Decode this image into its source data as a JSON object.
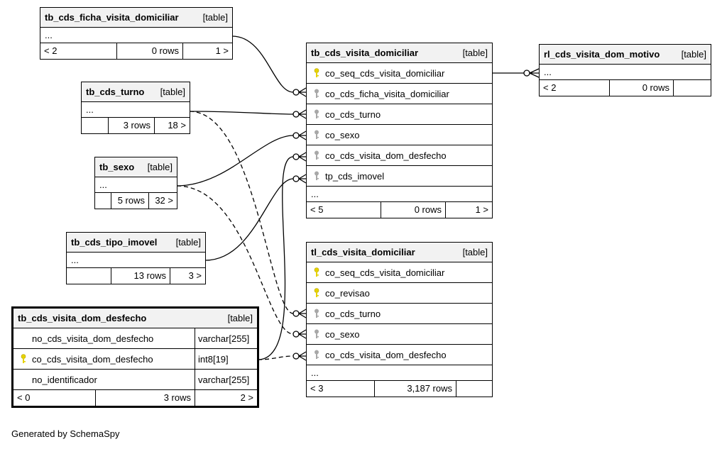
{
  "tables": {
    "ficha": {
      "name": "tb_cds_ficha_visita_domiciliar",
      "kind": "[table]",
      "dots": "...",
      "foot": [
        "< 2",
        "0 rows",
        "1 >"
      ]
    },
    "turno": {
      "name": "tb_cds_turno",
      "kind": "[table]",
      "dots": "...",
      "foot": [
        "",
        "3 rows",
        "18 >"
      ]
    },
    "sexo": {
      "name": "tb_sexo",
      "kind": "[table]",
      "dots": "...",
      "foot": [
        "",
        "5 rows",
        "32 >"
      ]
    },
    "tipo_imovel": {
      "name": "tb_cds_tipo_imovel",
      "kind": "[table]",
      "dots": "...",
      "foot": [
        "",
        "13 rows",
        "3 >"
      ]
    },
    "desfecho": {
      "name": "tb_cds_visita_dom_desfecho",
      "kind": "[table]",
      "columns": [
        {
          "name": "no_cds_visita_dom_desfecho",
          "type": "varchar[255]"
        },
        {
          "name": "co_cds_visita_dom_desfecho",
          "type": "int8[19]"
        },
        {
          "name": "no_identificador",
          "type": "varchar[255]"
        }
      ],
      "foot": [
        "< 0",
        "3 rows",
        "2 >"
      ]
    },
    "visita": {
      "name": "tb_cds_visita_domiciliar",
      "kind": "[table]",
      "columns": [
        "co_seq_cds_visita_domiciliar",
        "co_cds_ficha_visita_domiciliar",
        "co_cds_turno",
        "co_sexo",
        "co_cds_visita_dom_desfecho",
        "tp_cds_imovel"
      ],
      "dots": "...",
      "foot": [
        "< 5",
        "0 rows",
        "1 >"
      ]
    },
    "motivo": {
      "name": "rl_cds_visita_dom_motivo",
      "kind": "[table]",
      "dots": "...",
      "foot": [
        "< 2",
        "0 rows",
        ""
      ]
    },
    "tl_visita": {
      "name": "tl_cds_visita_domiciliar",
      "kind": "[table]",
      "columns": [
        "co_seq_cds_visita_domiciliar",
        "co_revisao",
        "co_cds_turno",
        "co_sexo",
        "co_cds_visita_dom_desfecho"
      ],
      "dots": "...",
      "foot": [
        "< 3",
        "3,187 rows",
        ""
      ]
    }
  },
  "icons": {
    "primary_key": "yellow-key-icon",
    "foreign_key": "gray-key-icon"
  },
  "colors": {
    "primary_key": "#e6d200",
    "foreign_key": "#a8a8a8",
    "header_bg": "#f2f2f2"
  },
  "footer": {
    "generated_by": "Generated by SchemaSpy"
  }
}
